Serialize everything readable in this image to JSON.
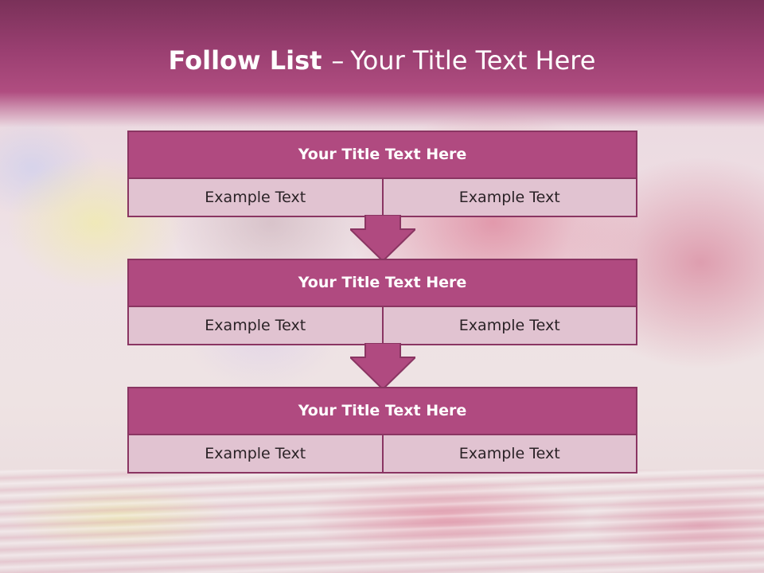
{
  "slide": {
    "title_bold": "Follow List",
    "title_separator": "–",
    "title_rest": "Your Title Text Here",
    "colors": {
      "header_band": "#b04d80",
      "box_header": "#b04a80",
      "box_border": "#8a3562",
      "cell": "#e1c3d1",
      "title_text": "#ffffff"
    }
  },
  "boxes": [
    {
      "header": "Your Title Text Here",
      "left": "Example Text",
      "right": "Example Text"
    },
    {
      "header": "Your Title Text Here",
      "left": "Example Text",
      "right": "Example Text"
    },
    {
      "header": "Your Title Text Here",
      "left": "Example Text",
      "right": "Example Text"
    }
  ],
  "arrows": [
    {
      "icon": "down-arrow-icon"
    },
    {
      "icon": "down-arrow-icon"
    }
  ]
}
